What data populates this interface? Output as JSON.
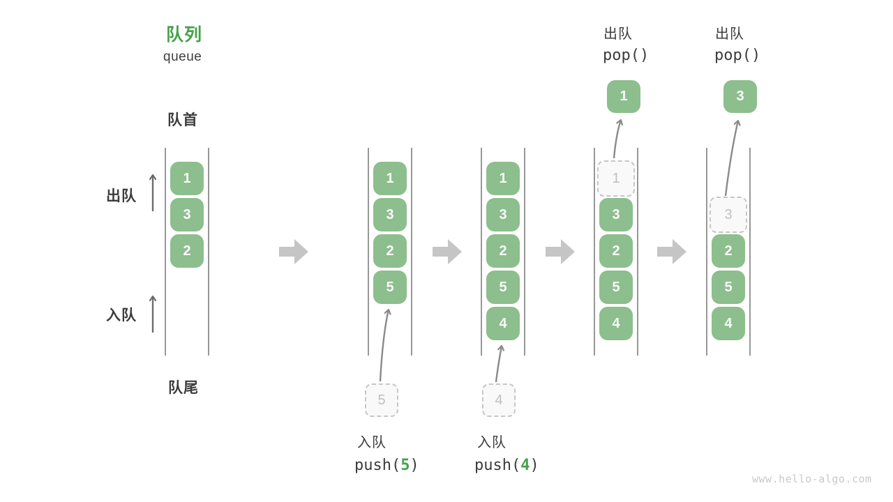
{
  "header": {
    "title_zh": "队列",
    "title_en": "queue",
    "front_label": "队首",
    "rear_label": "队尾"
  },
  "side": {
    "dequeue_label": "出队",
    "enqueue_label": "入队"
  },
  "columns": [
    {
      "boxes": [
        "1",
        "3",
        "2"
      ]
    },
    {
      "boxes": [
        "1",
        "3",
        "2",
        "5"
      ]
    },
    {
      "boxes": [
        "1",
        "3",
        "2",
        "5",
        "4"
      ]
    },
    {
      "ghost": "1",
      "boxes": [
        "3",
        "2",
        "5",
        "4"
      ]
    },
    {
      "ghost": "3",
      "boxes": [
        "2",
        "5",
        "4"
      ]
    }
  ],
  "operations": {
    "push5": {
      "action": "入队",
      "fn_open": "push(",
      "arg": "5",
      "fn_close": ")",
      "staged": "5"
    },
    "push4": {
      "action": "入队",
      "fn_open": "push(",
      "arg": "4",
      "fn_close": ")",
      "staged": "4"
    },
    "pop1": {
      "action": "出队",
      "fn": "pop()",
      "result": "1"
    },
    "pop3": {
      "action": "出队",
      "fn": "pop()",
      "result": "3"
    }
  },
  "page": {
    "watermark": "www.hello-algo.com"
  },
  "colors": {
    "box_green": "#8dbe8d",
    "accent_green": "#46a149",
    "text_dark": "#3c3c3c",
    "line_gray": "#6b6b6b",
    "thin_arrow_gray": "#8a8a8a",
    "block_arrow_gray": "#c5c5c5",
    "ghost_gray": "#c6c6c6"
  }
}
